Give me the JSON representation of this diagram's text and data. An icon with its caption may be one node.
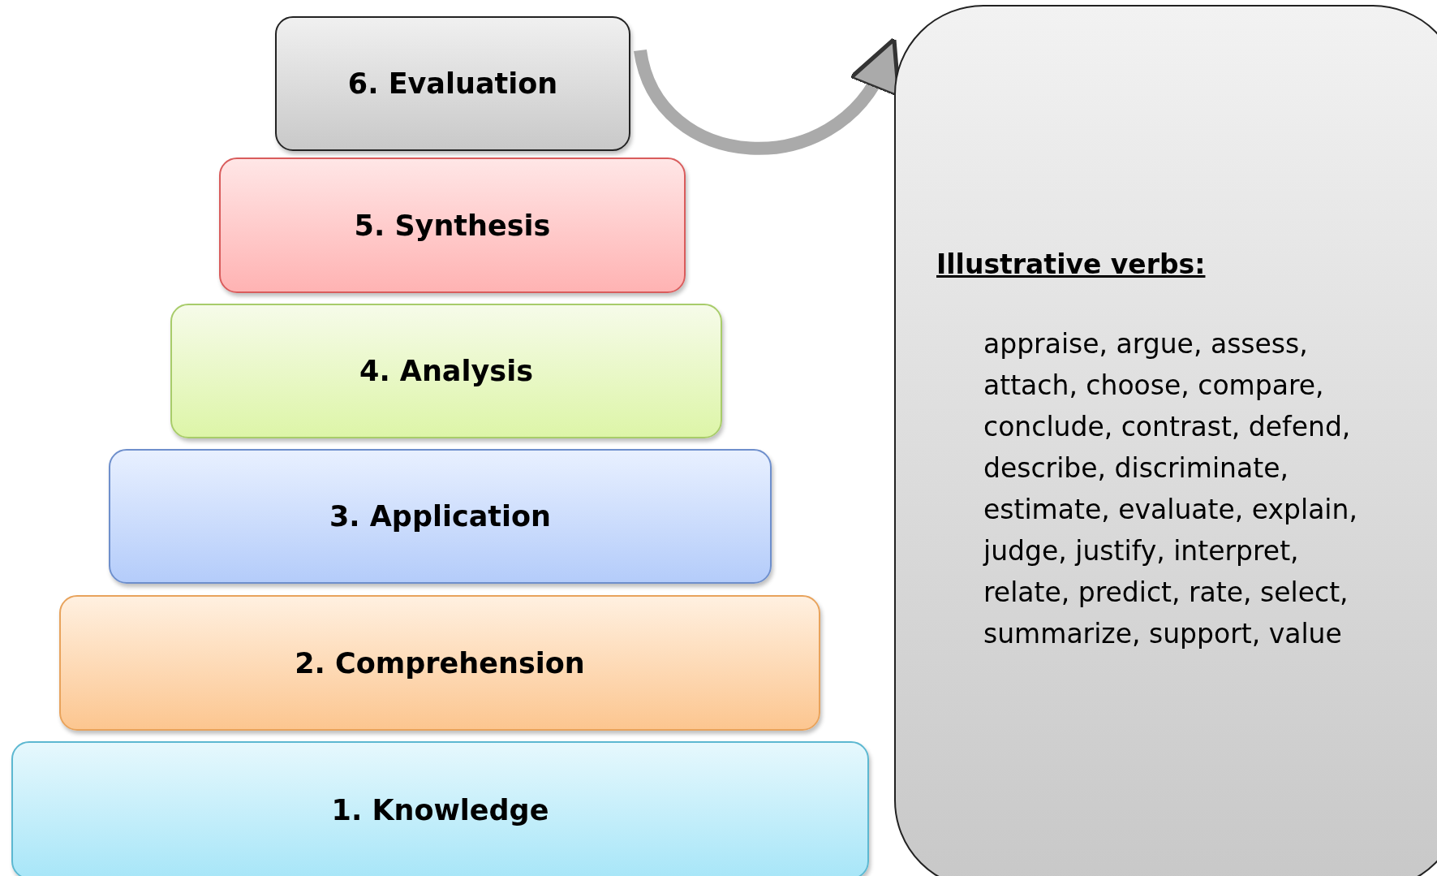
{
  "diagram": {
    "nodes": [
      {
        "text": [
          "6. Evaluation"
        ]
      },
      {
        "text": [
          "5. Synthesis"
        ]
      },
      {
        "text": [
          "4. Analysis"
        ]
      },
      {
        "text": [
          "3. Application"
        ]
      },
      {
        "text": [
          "2. Comprehension"
        ]
      },
      {
        "text": [
          "1. Knowledge"
        ]
      },
      {
        "text": [
          "Illustrative verbs:",
          "appraise, argue, assess, attach, choose, compare, conclude, contrast, defend, describe, discriminate, estimate, evaluate, explain, judge, justify, interpret, relate, predict, rate, select, summarize, support, value"
        ]
      }
    ],
    "edges": [
      {
        "from": 0,
        "to": 6,
        "arrow": "to"
      }
    ]
  }
}
